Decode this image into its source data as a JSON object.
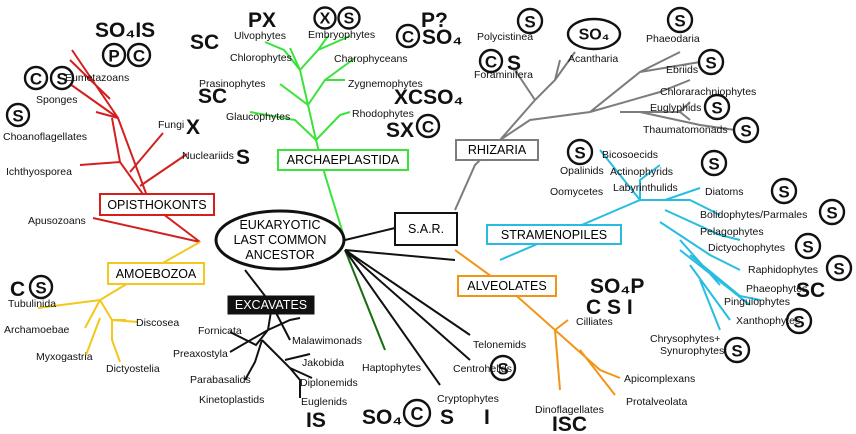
{
  "center": [
    "EUKARYOTIC",
    "LAST COMMON",
    "ANCESTOR"
  ],
  "groups": {
    "opisthokonts": "OPISTHOKONTS",
    "amoebozoa": "AMOEBOZOA",
    "excavates": "EXCAVATES",
    "archaeplastida": "ARCHAEPLASTIDA",
    "rhizaria": "RHIZARIA",
    "sar": "S.A.R.",
    "stramenopiles": "STRAMENOPILES",
    "alveolates": "ALVEOLATES"
  },
  "taxa": {
    "eumetazoans": "Eumetazoans",
    "sponges": "Sponges",
    "choanoflagellates": "Choanoflagellates",
    "fungi": "Fungi",
    "nucleariids": "Nucleariids",
    "ichthyosporea": "Ichthyosporea",
    "apusozoans": "Apusozoans",
    "tubulinida": "Tubulinida",
    "archamoebae": "Archamoebae",
    "discosea": "Discosea",
    "myxogastria": "Myxogastria",
    "dictyostelia": "Dictyostelia",
    "fornicata": "Fornicata",
    "malawimonads": "Malawimonads",
    "preaxostyla": "Preaxostyla",
    "jakobida": "Jakobida",
    "parabasalids": "Parabasalids",
    "diplonemids": "Diplonemids",
    "kinetoplastids": "Kinetoplastids",
    "euglenids": "Euglenids",
    "ulvophytes": "Ulvophytes",
    "embryophytes": "Embryophytes",
    "chlorophytes": "Chlorophytes",
    "charophyceans": "Charophyceans",
    "prasinophytes": "Prasinophytes",
    "zygnemophytes": "Zygnemophytes",
    "rhodophytes": "Rhodophytes",
    "glaucophytes": "Glaucophytes",
    "haptophytes": "Haptophytes",
    "cryptophytes": "Cryptophytes",
    "centrohelids": "Centrohelids",
    "telonemids": "Telonemids",
    "polycistinea": "Polycistinea",
    "acantharia": "Acantharia",
    "phaeodaria": "Phaeodaria",
    "foraminifera": "Foraminifera",
    "ebriids": "Ebriids",
    "chlorarachniophytes": "Chlorarachniophytes",
    "euglyphids": "Euglyphids",
    "thaumatomonads": "Thaumatomonads",
    "opalinids": "Opalinids",
    "bicosoecids": "Bicosoecids",
    "actinophyrids": "Actinophyrids",
    "labyrinthulids": "Labyrinthulids",
    "oomycetes": "Oomycetes",
    "diatoms": "Diatoms",
    "bolidophytes": "Bolidophytes/Parmales",
    "pelagophytes": "Pelagophytes",
    "dictyochophytes": "Dictyochophytes",
    "raphidophytes": "Raphidophytes",
    "phaeophytes": "Phaeophytes",
    "pinguiophytes": "Pinguiophytes",
    "xanthophytes": "Xanthophytes",
    "chrysophytes": "Chrysophytes+",
    "synurophytes": "Synurophytes",
    "cilliates": "Cilliates",
    "apicomplexans": "Apicomplexans",
    "dinoflagellates": "Dinoflagellates",
    "protalveolata": "Protalveolata"
  },
  "marks": {
    "so4is": "SO₄IS",
    "fungi_x": "X",
    "nucleariids_s": "S",
    "amoeb_c": "C",
    "euglenids_is": "IS",
    "px": "PX",
    "sc1": "SC",
    "sc2": "SC",
    "p_q": "P?",
    "so4_green": "SO₄",
    "c_embryo": "C",
    "xcso4": "XCSO₄",
    "sx": "SX",
    "haptophytes_so4": "SO₄",
    "haptophytes_s": "S",
    "cryptophytes_i": "I",
    "foram_s": "S",
    "so4p": "SO₄P",
    "csi": "C S I",
    "isc": "ISC",
    "phaeophytes_sc": "SC",
    "circ_s": "S",
    "circ_c": "C",
    "circ_p": "P",
    "circ_x": "X",
    "circ_so4": "SO₄"
  },
  "colors": {
    "opisthokonts": "#d3201f",
    "amoebozoa": "#f2c81c",
    "excavates": "#111111",
    "archaeplastida": "#3ae23a",
    "rhizaria": "#7c7c7c",
    "stramenopiles": "#28bde0",
    "alveolates": "#f29418",
    "haptophytes": "#166e12"
  }
}
